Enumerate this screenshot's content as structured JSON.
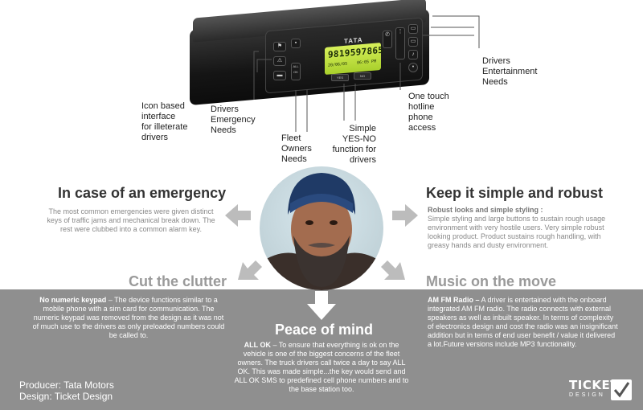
{
  "device": {
    "brand": "TATA",
    "lcd_number": "9819597865",
    "lcd_date": "20/06/05",
    "lcd_time": "06:05 PM",
    "btn_yes": "YES",
    "btn_no": "NO",
    "btn_all_ok": "ALL OK"
  },
  "callouts": {
    "icon_interface": [
      "Icon based",
      "interface",
      "for illeterate",
      "drivers"
    ],
    "drivers_emergency": [
      "Drivers",
      "Emergency",
      "Needs"
    ],
    "fleet_owners": [
      "Fleet",
      "Owners",
      "Needs"
    ],
    "yes_no": [
      "Simple",
      "YES-NO",
      "function for",
      "drivers"
    ],
    "hotline": [
      "One touch",
      "hotline",
      "phone",
      "access"
    ],
    "entertainment": [
      "Drivers",
      "Entertainment",
      "Needs"
    ]
  },
  "sections": {
    "emergency": {
      "title": "In case of an emergency",
      "body": "The most common emergencies were given distinct keys of traffic jams and mechanical break down. The rest were clubbed into a common alarm key."
    },
    "simple": {
      "title": "Keep it simple and robust",
      "lead": "Robust looks and simple styling :",
      "body": "Simple styling and large buttons to sustain rough usage environment with very hostile users. Very simple robust looking product. Product sustains rough handling, with greasy hands and dusty environment."
    },
    "clutter": {
      "title": "Cut the clutter",
      "lead": "No numeric keypad",
      "body": " – The device functions similar to a mobile phone with a sim card for communication. The numeric keypad was removed from the design as it was not of much use to the drivers as only preloaded numbers could be called to."
    },
    "music": {
      "title": "Music on the move",
      "lead": "AM FM Radio –",
      "body": " A driver is entertained with the onboard integrated AM FM radio. The radio connects with external speakers as well as inbuilt speaker. In terms of complexity of electronics design and cost the radio was an insignificant addition but in terms of end user benefit / value it delivered a lot.Future versions include MP3 functionality."
    },
    "peace": {
      "title": "Peace of mind",
      "lead": "ALL OK",
      "body": "  – To ensure that everything is ok on the vehicle is one of the biggest concerns of the fleet owners. The truck drivers call twice a day to say ALL OK. This was made simple...the key would send and ALL OK SMS to predefined cell phone numbers and to the base station too."
    }
  },
  "credits": {
    "producer": "Producer: Tata Motors",
    "design": "Design: Ticket Design"
  },
  "logo": {
    "name": "TICKET",
    "sub": "DESIGN"
  },
  "colors": {
    "band": "#8f8f8f",
    "lcd": "#c6e64a",
    "arrow": "#bdbdbd"
  }
}
